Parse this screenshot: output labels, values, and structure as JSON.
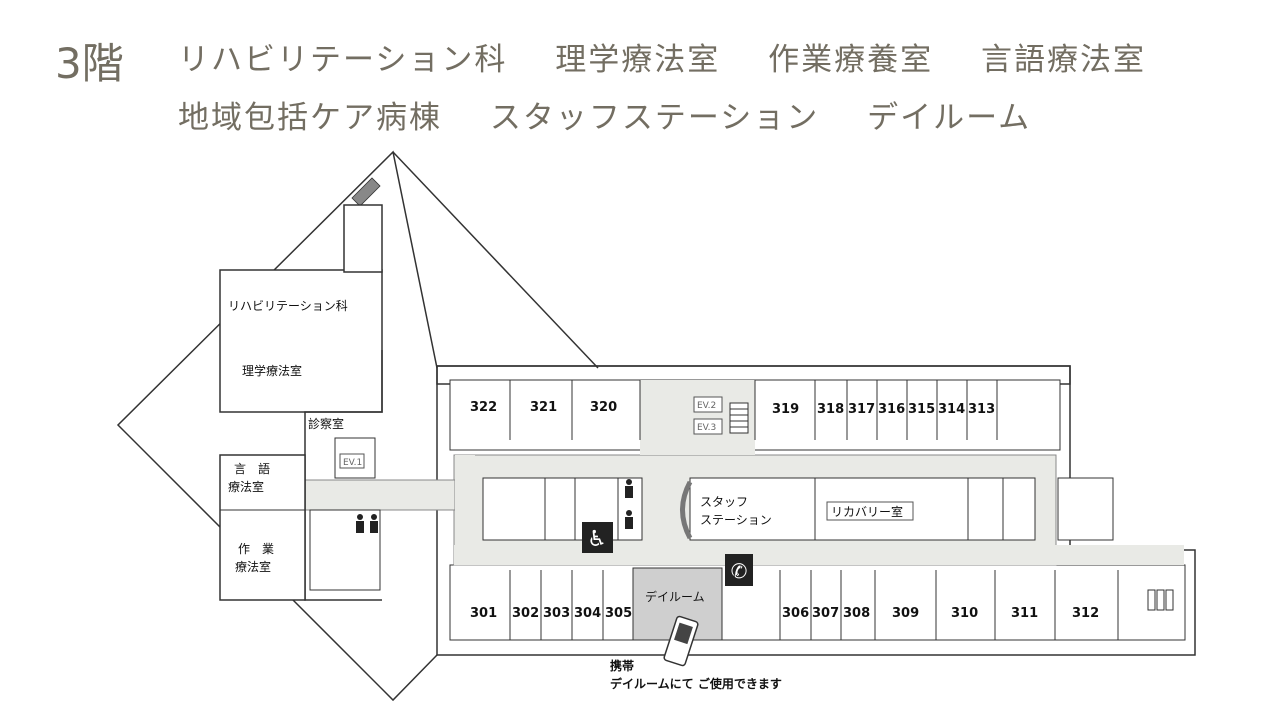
{
  "header": {
    "floor": "3階",
    "line1": [
      "リハビリテーション科",
      "理学療法室",
      "作業療養室",
      "言語療法室"
    ],
    "line2": [
      "地域包括ケア病棟",
      "スタッフステーション",
      "デイルーム"
    ]
  },
  "map": {
    "rooms_top": [
      "322",
      "321",
      "320",
      "319",
      "318",
      "317",
      "316",
      "315",
      "314",
      "313"
    ],
    "rooms_bottom": [
      "301",
      "302",
      "303",
      "304",
      "305",
      "306",
      "307",
      "308",
      "309",
      "310",
      "311",
      "312"
    ],
    "labels": {
      "rehab": "リハビリテーション科",
      "pt": "理学療法室",
      "exam": "診察室",
      "speech_1": "言　語",
      "speech_2": "療法室",
      "ot_1": "作　業",
      "ot_2": "療法室",
      "staff_1": "スタッフ",
      "staff_2": "ステーション",
      "recovery": "リカバリー室",
      "dayroom": "デイルーム",
      "ev1": "EV.1",
      "ev2": "EV.2",
      "ev3": "EV.3"
    },
    "note": {
      "line1": "携帯",
      "line2": "デイルームにて ご使用できます"
    },
    "colors": {
      "hallway": "#e9eae6",
      "dayroom": "#cfcfcf",
      "wall": "#333333"
    }
  }
}
